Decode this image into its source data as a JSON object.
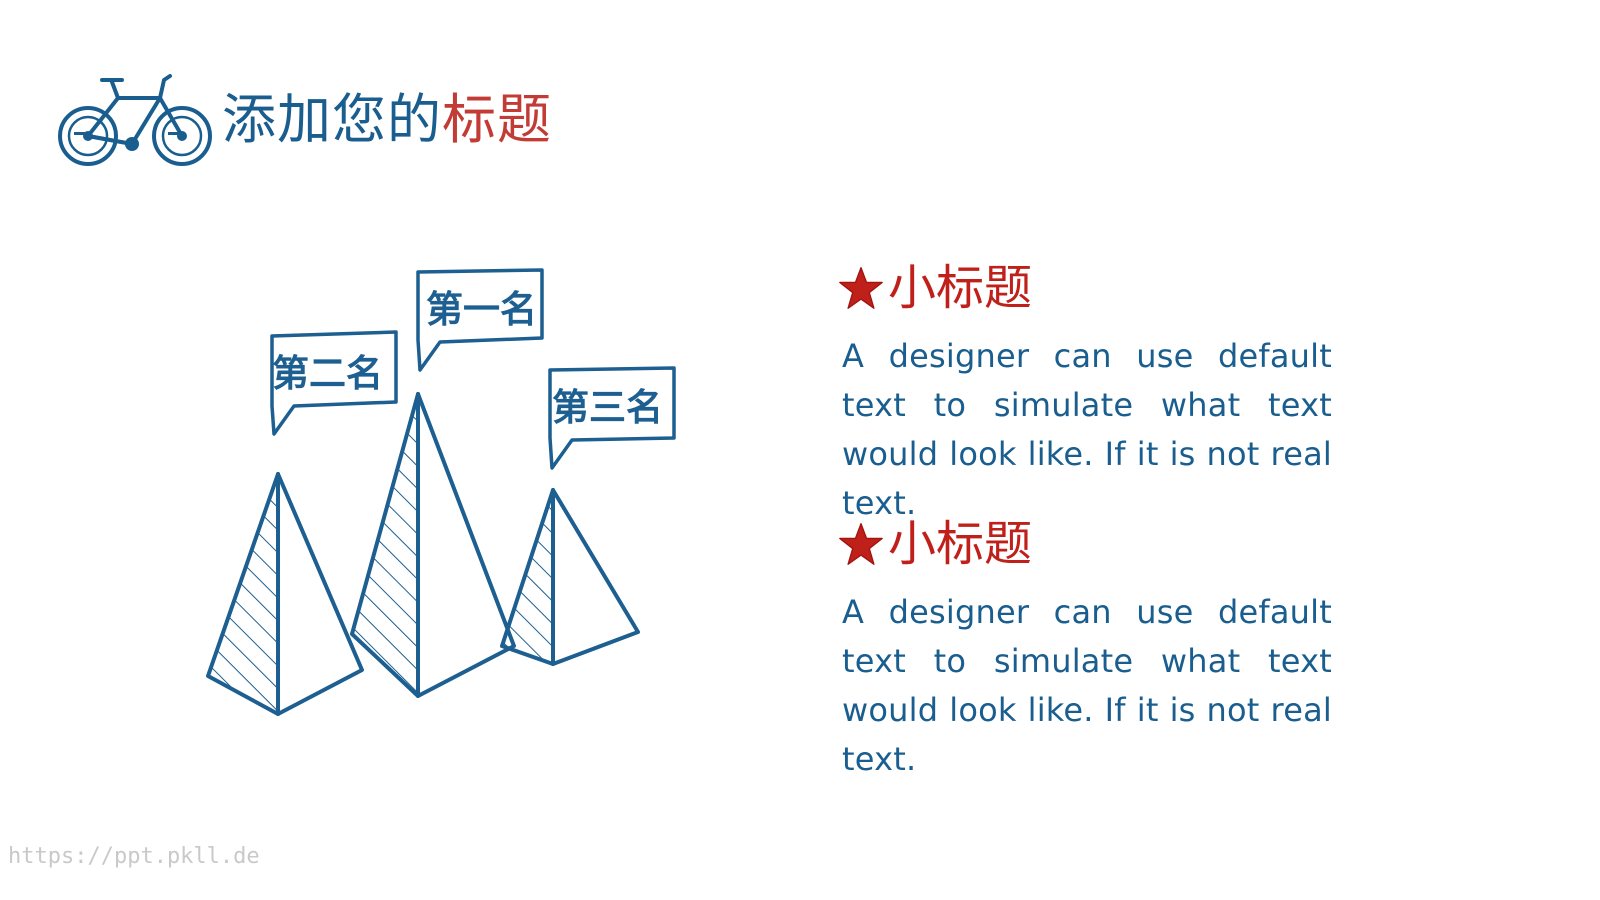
{
  "header": {
    "title_part1": "添加您的",
    "title_part2": "标题",
    "icon": "bicycle-icon"
  },
  "illustration": {
    "icon": "pyramid-mountains",
    "flags": {
      "first": "第一名",
      "second": "第二名",
      "third": "第三名"
    }
  },
  "sections": [
    {
      "icon": "star-icon",
      "title": "小标题",
      "text": "A designer can use default text to simulate what text would look like. If it is not real text."
    },
    {
      "icon": "star-icon",
      "title": "小标题",
      "text": "A designer can use default text to simulate what text would look like. If it is not real text."
    }
  ],
  "watermark": "https://ppt.pkll.de",
  "colors": {
    "blue": "#1a5e8f",
    "red": "#c23b35",
    "star_red": "#c0201a"
  }
}
